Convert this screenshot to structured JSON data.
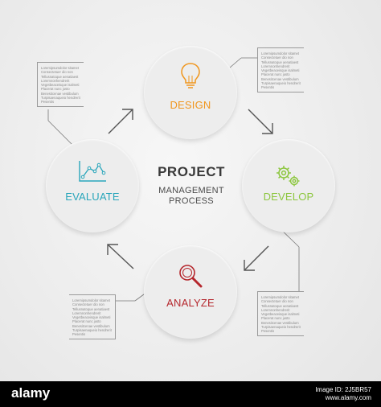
{
  "center": {
    "title": "PROJECT",
    "subtitle_line1": "MANAGEMENT",
    "subtitle_line2": "PROCESS"
  },
  "steps": {
    "design": {
      "label": "DESIGN",
      "color": "#f0961e",
      "icon": "lightbulb-icon"
    },
    "develop": {
      "label": "DEVELOP",
      "color": "#8cc63e",
      "icon": "gears-icon"
    },
    "analyze": {
      "label": "ANALYZE",
      "color": "#b5272d",
      "icon": "magnifier-icon"
    },
    "evaluate": {
      "label": "EVALUATE",
      "color": "#2aa6bb",
      "icon": "line-chart-icon"
    }
  },
  "notes": {
    "design": [
      "Loremipsumdolor sitamet",
      "Consectetuer dio non",
      "Tellusnatoque aenatiaest",
      "Loremnonhendrerit",
      "Vegetbeaceisque isalmeti",
      "Placerat nunc justo",
      "Benesitcenae vestibulum",
      "Turpisaenaqueio hendrerit",
      "Pesentis"
    ],
    "develop": [
      "Loremipsumdolor sitamet",
      "Consectetuer dio non",
      "Tellusnatoque aenatiaest",
      "Loremnonhendrerit",
      "Vegetbeaceisque isalmeti",
      "Placerat nunc justo",
      "Benesitcenae vestibulum",
      "Turpisaenaqueio hendrerit",
      "Pesentis"
    ],
    "analyze": [
      "Loremipsumdolor sitamet",
      "Consectetuer dio non",
      "Tellusnatoque aenatiaest",
      "Loremnonhendrerit",
      "Vegetbeaceisque isalmeti",
      "Placerat nunc justo",
      "Benesitcenae vestibulum",
      "Turpisaenaqueio hendrerit",
      "Pesentis"
    ],
    "evaluate": [
      "Loremipsumdolor sitamet",
      "Consectetuer dio non",
      "Tellusnatoque aenatiaest",
      "Loremnonhendrerit",
      "Vegetbeaceisque isalmeti",
      "Placerat nunc justo",
      "Benesitcenae vestibulum",
      "Turpisaenaqueio hendrerit",
      "Pesentis"
    ]
  },
  "footer": {
    "logo": "alamy",
    "image_id": "Image ID: 2J5BR57",
    "site": "www.alamy.com"
  },
  "colors": {
    "arrow": "#555555",
    "connector": "#777777"
  }
}
